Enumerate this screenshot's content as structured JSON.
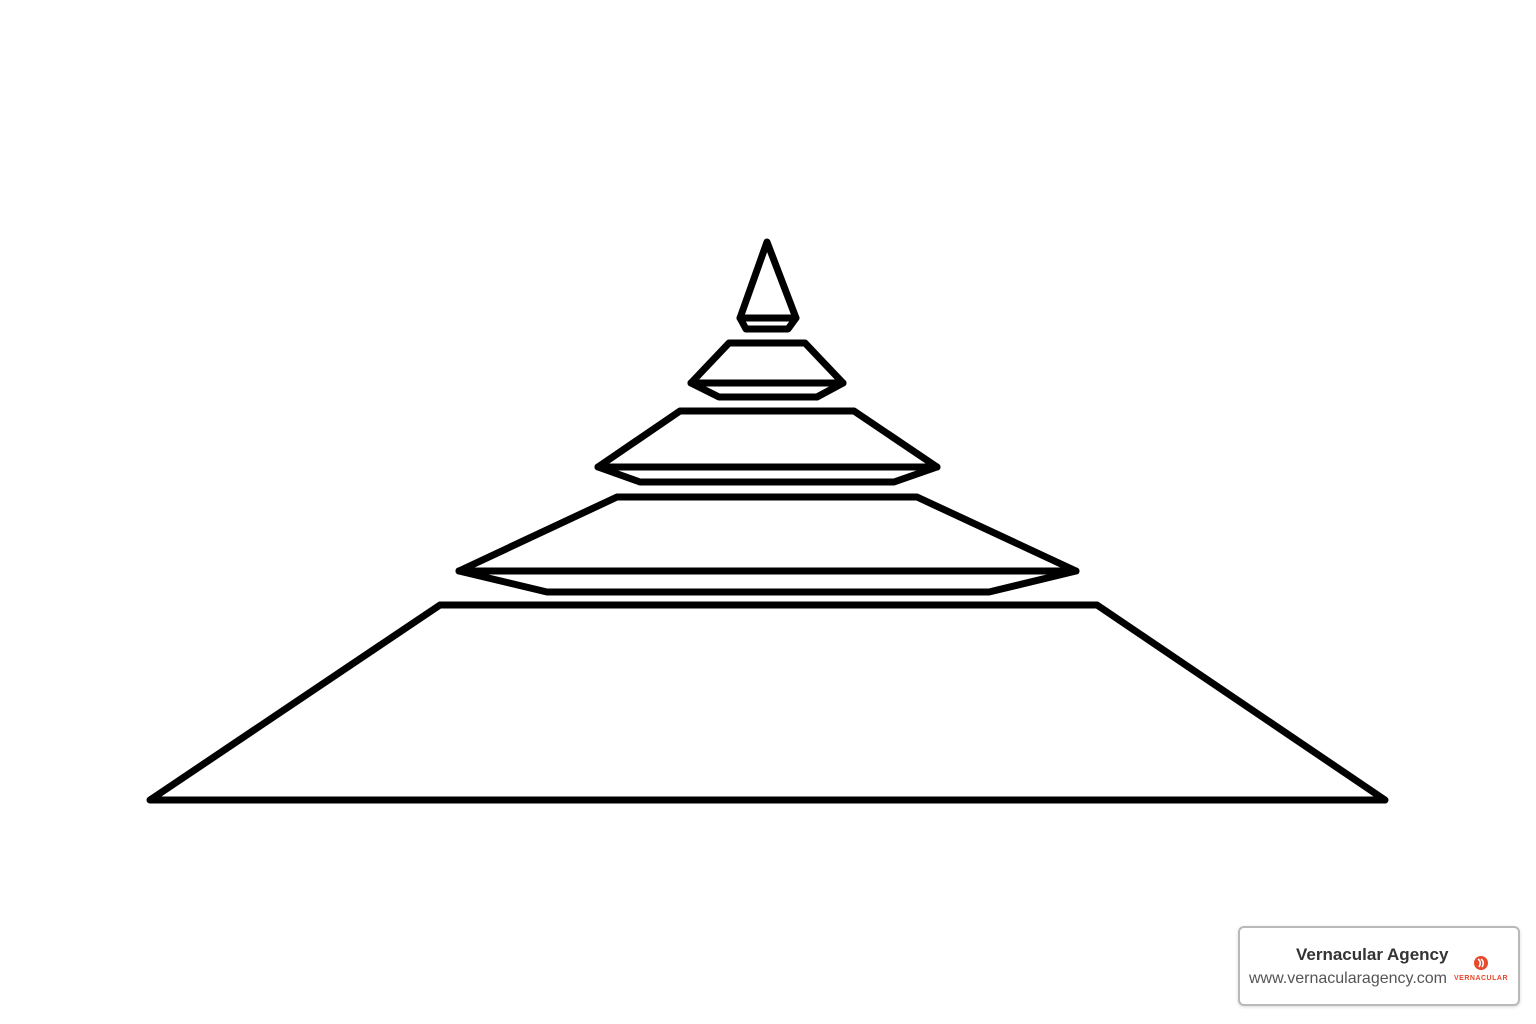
{
  "watermark": {
    "name": "Vernacular Agency",
    "url": "www.vernacularagency.com",
    "logo_text": "VERNACULAR",
    "logo_color": "#e8482c"
  },
  "colors": {
    "stroke": "#000000",
    "background": "#ffffff"
  }
}
